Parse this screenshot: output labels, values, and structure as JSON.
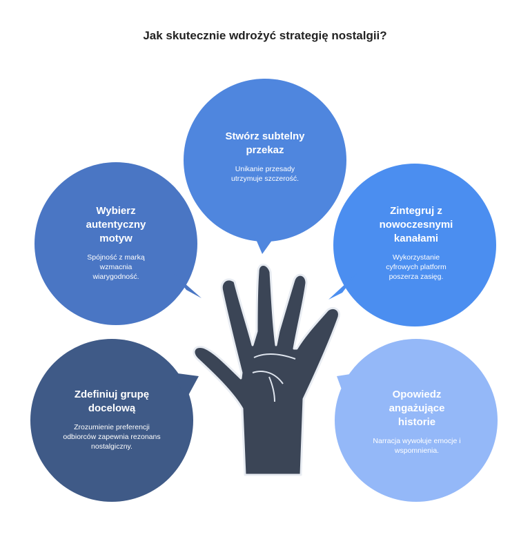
{
  "title": "Jak skutecznie wdrożyć strategię nostalgii?",
  "colors": {
    "top": "#4f86de",
    "left_upper": "#4a76c4",
    "right_upper": "#4b8ef0",
    "left_lower": "#3f5a87",
    "right_lower": "#94b8f8",
    "hand": "#3b4556"
  },
  "hand_icon": "hand-icon",
  "bubbles": [
    {
      "title": "Stwórz subtelny przekaz",
      "desc": "Unikanie przesady utrzymuje szczerość."
    },
    {
      "title": "Wybierz autentyczny motyw",
      "desc": "Spójność z marką wzmacnia wiarygodność."
    },
    {
      "title": "Zintegruj z nowoczesnymi kanałami",
      "desc": "Wykorzystanie cyfrowych platform poszerza zasięg."
    },
    {
      "title": "Zdefiniuj grupę docelową",
      "desc": "Zrozumienie preferencji odbiorców zapewnia rezonans nostalgiczny."
    },
    {
      "title": "Opowiedz angażujące historie",
      "desc": "Narracja wywołuje emocje i wspomnienia."
    }
  ]
}
